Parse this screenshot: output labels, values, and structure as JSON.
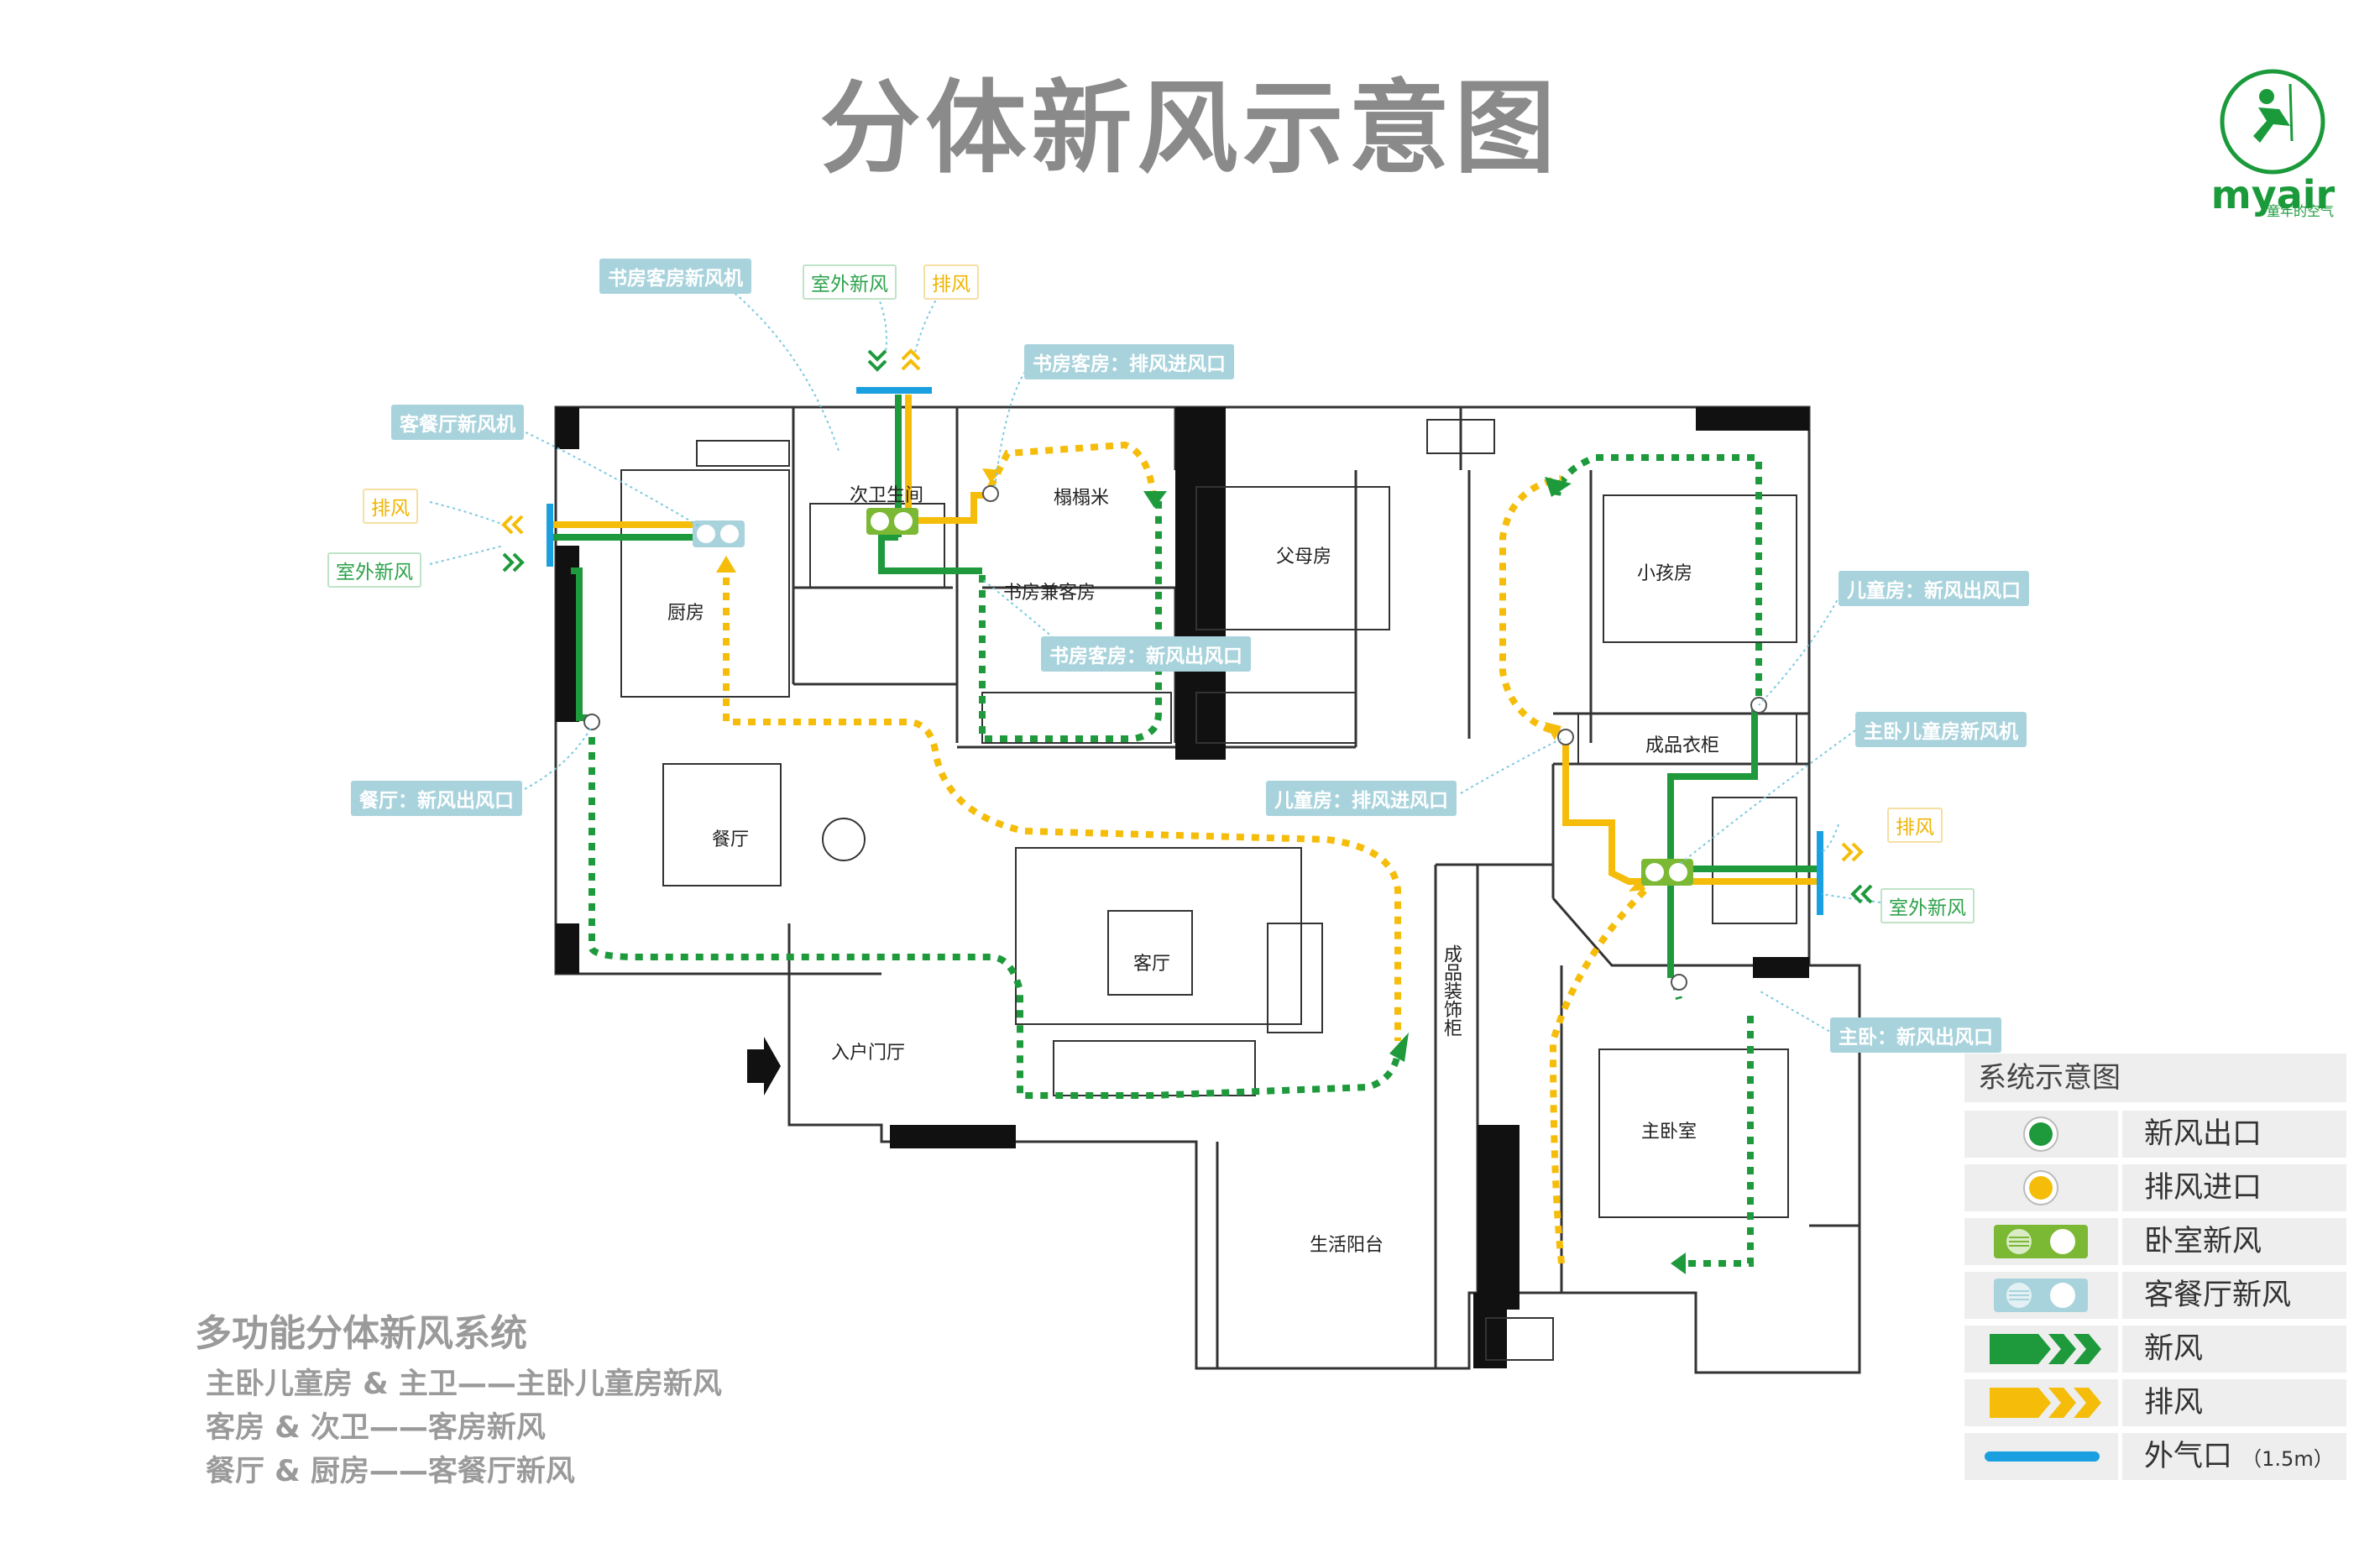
{
  "title": "分体新风示意图",
  "logo": {
    "brand": "myair",
    "tagline": "童年的空气"
  },
  "colors": {
    "fresh": "#1e9a3c",
    "exhaust": "#f5bd0a",
    "outlet": "#1aa0e0",
    "callout_bg": "#a9d3dc"
  },
  "callouts": {
    "study_unit": "书房客房新风机",
    "outdoor_top": "室外新风",
    "exhaust_top": "排风",
    "study_exhaust": "书房客房：排风进风口",
    "living_unit": "客餐厅新风机",
    "exhaust_left": "排风",
    "outdoor_left": "室外新风",
    "study_fresh": "书房客房：新风出风口",
    "dining_fresh": "餐厅：新风出风口",
    "child_fresh": "儿童房：新风出风口",
    "master_unit": "主卧儿童房新风机",
    "child_exhaust": "儿童房：排风进风口",
    "exhaust_right": "排风",
    "outdoor_right": "室外新风",
    "master_fresh": "主卧：新风出风口"
  },
  "rooms": {
    "bath2": "次卫生间",
    "tatami": "榻榻米",
    "study": "书房兼客房",
    "parents": "父母房",
    "kitchen": "厨房",
    "child": "小孩房",
    "wardrobe": "成品衣柜",
    "dining": "餐厅",
    "living": "客厅",
    "entry": "入户门厅",
    "shoe": "成品装饰柜",
    "balcony": "生活阳台",
    "master": "主卧室"
  },
  "bottom": {
    "title": "多功能分体新风系统",
    "lines": [
      "主卧儿童房 & 主卫——主卧儿童房新风",
      "客房 & 次卫——客房新风",
      "餐厅 & 厨房——客餐厅新风"
    ]
  },
  "legend": {
    "title": "系统示意图",
    "items": [
      {
        "label": "新风出口",
        "symbol": "green-dot-icon"
      },
      {
        "label": "排风进口",
        "symbol": "yellow-dot-icon"
      },
      {
        "label": "卧室新风",
        "symbol": "bedroom-unit-icon"
      },
      {
        "label": "客餐厅新风",
        "symbol": "living-unit-icon"
      },
      {
        "label": "新风",
        "symbol": "fresh-arrow-icon"
      },
      {
        "label": "排风",
        "symbol": "exhaust-arrow-icon"
      },
      {
        "label": "外气口",
        "symbol": "outlet-line-icon",
        "note": "（1.5m）"
      }
    ]
  }
}
